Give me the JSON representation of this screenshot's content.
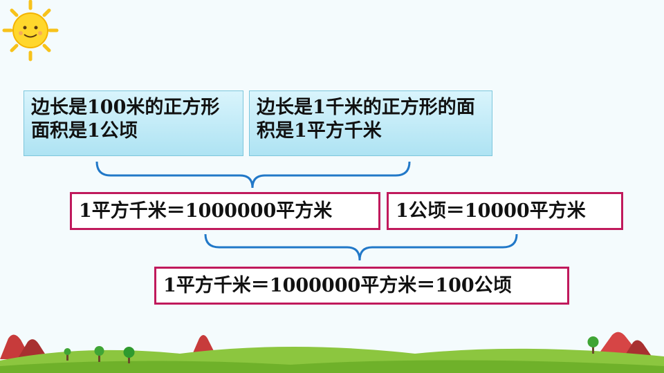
{
  "boxes": {
    "hectare_def": "边长是100米的正方形面积是1公顷",
    "km2_def": "边长是1千米的正方形的面积是1平方千米",
    "km2_eq": "1平方千米＝1000000平方米",
    "hectare_eq": "1公顷＝10000平方米",
    "result_eq": "1平方千米＝1000000平方米＝100公顷"
  },
  "colors": {
    "accent_border": "#c0195c",
    "brace": "#2178c8",
    "box_fill": "#b7e6f5",
    "grass": "#8cc63f"
  }
}
